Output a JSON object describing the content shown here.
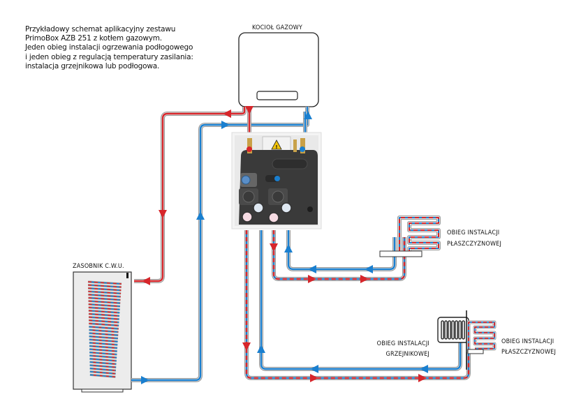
{
  "description": {
    "lines": [
      "Przykładowy schemat aplikacyjny zestawu",
      "PrimoBox AZB 251 z kotłem gazowym.",
      "Jeden obieg instalacji ogrzewania podłogowego",
      "i jeden obieg z regulacją temperatury zasilania:",
      "instalacja grzejnikowa lub podłogowa."
    ]
  },
  "labels": {
    "boiler": "KOCIOŁ GAZOWY",
    "dhw_tank": "ZASOBNIK C.W.U.",
    "floor_circuit_1": [
      "OBIEG INSTALACJI",
      "PŁASZCZYZNOWEJ"
    ],
    "radiator_circuit": [
      "OBIEG INSTALACJI",
      "GRZEJNIKOWEJ"
    ],
    "floor_circuit_2": [
      "OBIEG INSTALACJI",
      "PŁASZCZYZNOWEJ"
    ]
  },
  "colors": {
    "supply": "#d7262b",
    "return": "#1a7fcf",
    "pipe_outline": "#9a9a9a",
    "mixed": "#9a9a9a"
  },
  "icons": {
    "warning": "warning-triangle-icon"
  }
}
